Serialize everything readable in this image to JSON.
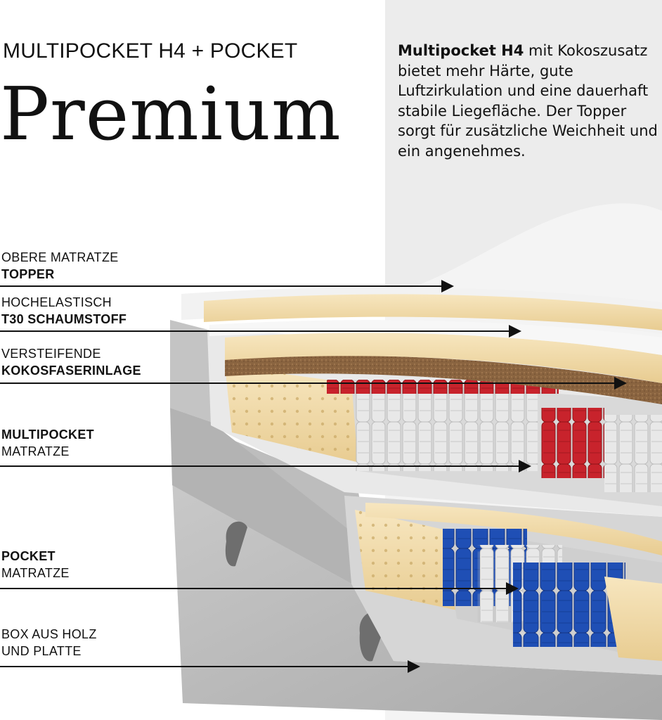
{
  "header": {
    "subtitle": "MULTIPOCKET H4 + POCKET",
    "title": "Premium"
  },
  "description": {
    "bold_lead": "Multipocket H4",
    "text": " mit Kokoszusatz bietet mehr Härte, gute Luftzirkulation und eine dauerhaft stabile Liegefläche. Der Topper sorgt für zusätzliche Weichheit und ein angenehmes."
  },
  "layers": [
    {
      "line1": "OBERE MATRATZE",
      "line2": "TOPPER"
    },
    {
      "line1": "HOCHELASTISCH",
      "line2": "T30 SCHAUMSTOFF"
    },
    {
      "line1": "VERSTEIFENDE",
      "line2": "KOKOSFASERINLAGE"
    },
    {
      "line1": "MULTIPOCKET",
      "line2": "MATRATZE"
    },
    {
      "line1": "POCKET",
      "line2": "MATRATZE"
    },
    {
      "line1": "BOX AUS HOLZ",
      "line2": "UND PLATTE"
    }
  ],
  "colors": {
    "foam": "#f3dcaa",
    "coconut": "#8a6440",
    "spring_white": "#e2e2e2",
    "spring_red": "#c8232c",
    "spring_blue": "#1f4fb5",
    "fabric_gray": "#b9b9b9",
    "text": "#111111"
  }
}
